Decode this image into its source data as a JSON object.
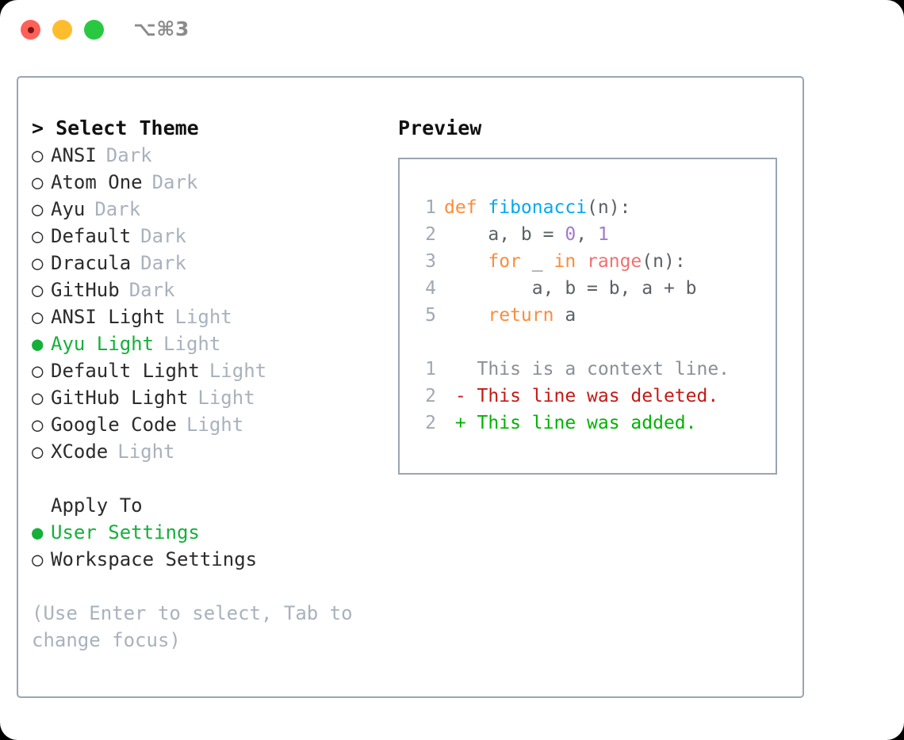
{
  "window": {
    "shortcut": "⌥⌘3",
    "traffic_lights": [
      "close-red",
      "minimize-yellow",
      "maximize-green"
    ]
  },
  "theme_picker": {
    "heading": "> Select Theme",
    "items": [
      {
        "label": "ANSI",
        "suffix": "Dark",
        "selected": false,
        "marker": "○"
      },
      {
        "label": "Atom One",
        "suffix": "Dark",
        "selected": false,
        "marker": "○"
      },
      {
        "label": "Ayu",
        "suffix": "Dark",
        "selected": false,
        "marker": "○"
      },
      {
        "label": "Default",
        "suffix": "Dark",
        "selected": false,
        "marker": "○"
      },
      {
        "label": "Dracula",
        "suffix": "Dark",
        "selected": false,
        "marker": "○"
      },
      {
        "label": "GitHub",
        "suffix": "Dark",
        "selected": false,
        "marker": "○"
      },
      {
        "label": "ANSI Light",
        "suffix": "Light",
        "selected": false,
        "marker": "○"
      },
      {
        "label": "Ayu Light",
        "suffix": "Light",
        "selected": true,
        "marker": "●"
      },
      {
        "label": "Default Light",
        "suffix": "Light",
        "selected": false,
        "marker": "○"
      },
      {
        "label": "GitHub Light",
        "suffix": "Light",
        "selected": false,
        "marker": "○"
      },
      {
        "label": "Google Code",
        "suffix": "Light",
        "selected": false,
        "marker": "○"
      },
      {
        "label": "XCode",
        "suffix": "Light",
        "selected": false,
        "marker": "○"
      }
    ]
  },
  "apply_to": {
    "heading": "Apply To",
    "items": [
      {
        "label": "User Settings",
        "selected": true,
        "marker": "●"
      },
      {
        "label": "Workspace Settings",
        "selected": false,
        "marker": "○"
      }
    ]
  },
  "hint": "(Use Enter to select, Tab to change focus)",
  "preview": {
    "title": "Preview",
    "code_lines": [
      {
        "number": "1",
        "tokens": [
          {
            "text": "def ",
            "type": "kw"
          },
          {
            "text": "fibonacci",
            "type": "fn"
          },
          {
            "text": "(n):",
            "type": "plain"
          }
        ]
      },
      {
        "number": "2",
        "tokens": [
          {
            "text": "    a, b = ",
            "type": "plain"
          },
          {
            "text": "0",
            "type": "num"
          },
          {
            "text": ", ",
            "type": "plain"
          },
          {
            "text": "1",
            "type": "num"
          }
        ]
      },
      {
        "number": "3",
        "tokens": [
          {
            "text": "    ",
            "type": "plain"
          },
          {
            "text": "for",
            "type": "kw"
          },
          {
            "text": " _ ",
            "type": "plain"
          },
          {
            "text": "in",
            "type": "kw"
          },
          {
            "text": " ",
            "type": "plain"
          },
          {
            "text": "range",
            "type": "call"
          },
          {
            "text": "(n):",
            "type": "plain"
          }
        ]
      },
      {
        "number": "4",
        "tokens": [
          {
            "text": "        a, b = b, a + b",
            "type": "plain"
          }
        ]
      },
      {
        "number": "5",
        "tokens": [
          {
            "text": "    ",
            "type": "plain"
          },
          {
            "text": "return",
            "type": "kw"
          },
          {
            "text": " a",
            "type": "plain"
          }
        ]
      }
    ],
    "diff_lines": [
      {
        "number": "1",
        "sign": " ",
        "text": "This is a context line.",
        "type": "ctx"
      },
      {
        "number": "2",
        "sign": "-",
        "text": "This line was deleted.",
        "type": "del"
      },
      {
        "number": "2",
        "sign": "+",
        "text": "This line was added.",
        "type": "add"
      }
    ]
  },
  "colors": {
    "selected_green": "#15b03a",
    "muted": "#a8b2bd",
    "border": "#9aa5b1",
    "keyword": "#fa8d3e",
    "function": "#00a9f0",
    "number": "#a37acc",
    "call": "#f07171",
    "diff_delete": "#c41a16",
    "diff_add": "#00b300"
  }
}
